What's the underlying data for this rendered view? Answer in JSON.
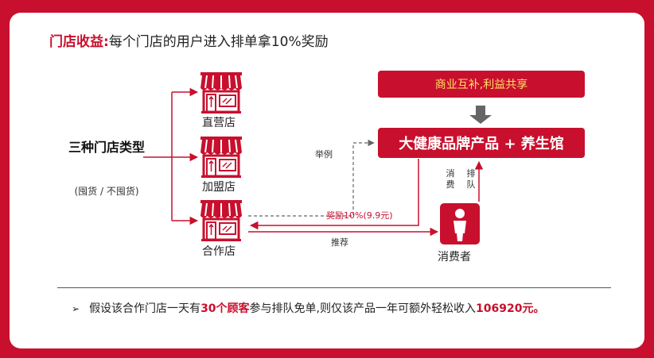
{
  "title": {
    "highlight": "门店收益:",
    "text": "每个门店的用户进入排单拿10%奖励"
  },
  "store_types": {
    "label": "三种门店类型",
    "sub": "(囤货 / 不囤货)",
    "stores": [
      "直营店",
      "加盟店",
      "合作店"
    ]
  },
  "banner": "商业互补,利益共享",
  "product": "大健康品牌产品 + 养生馆",
  "edges": {
    "example": "举例",
    "reward": "奖励10%(9.9元)",
    "recommend": "推荐",
    "consume": "消费",
    "queue": "排队"
  },
  "consumer": "消费者",
  "note": {
    "bullet": "➢",
    "pre": "假设该合作门店一天有",
    "hl1": "30个顾客",
    "mid": "参与排队免单,则仅该产品一年可额外轻松收入",
    "hl2": "106920元。"
  },
  "colors": {
    "brand": "#c8102e",
    "banner_text": "#ffe066",
    "icon_gray": "#666666"
  }
}
